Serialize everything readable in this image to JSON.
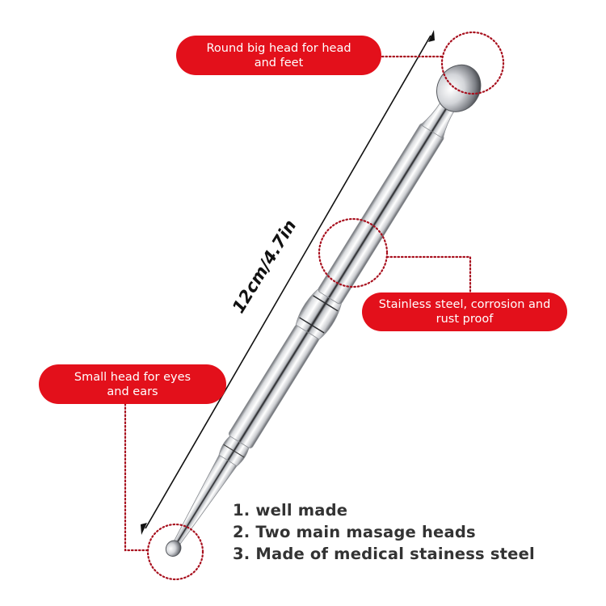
{
  "product": {
    "name": "Stainless steel massage probe pen",
    "dimension_label": "12cm/4.7in"
  },
  "callouts": [
    {
      "id": "top",
      "text": "Round big head for head and feet",
      "line1": "Round big head for head",
      "line2": "and feet"
    },
    {
      "id": "right",
      "text": "Stainless steel, corrosion and rust proof",
      "line1": "Stainless steel, corrosion and",
      "line2": "rust proof"
    },
    {
      "id": "left",
      "text": "Small head for eyes and ears",
      "line1": "Small head for eyes",
      "line2": "and ears"
    }
  ],
  "features": [
    "1. well made",
    "2. Two main masage heads",
    "3. Made of medical stainess steel"
  ],
  "colors": {
    "accent_red": "#e3101b",
    "dotted_line": "#a8101e",
    "feature_text": "#333333",
    "background": "#ffffff"
  }
}
